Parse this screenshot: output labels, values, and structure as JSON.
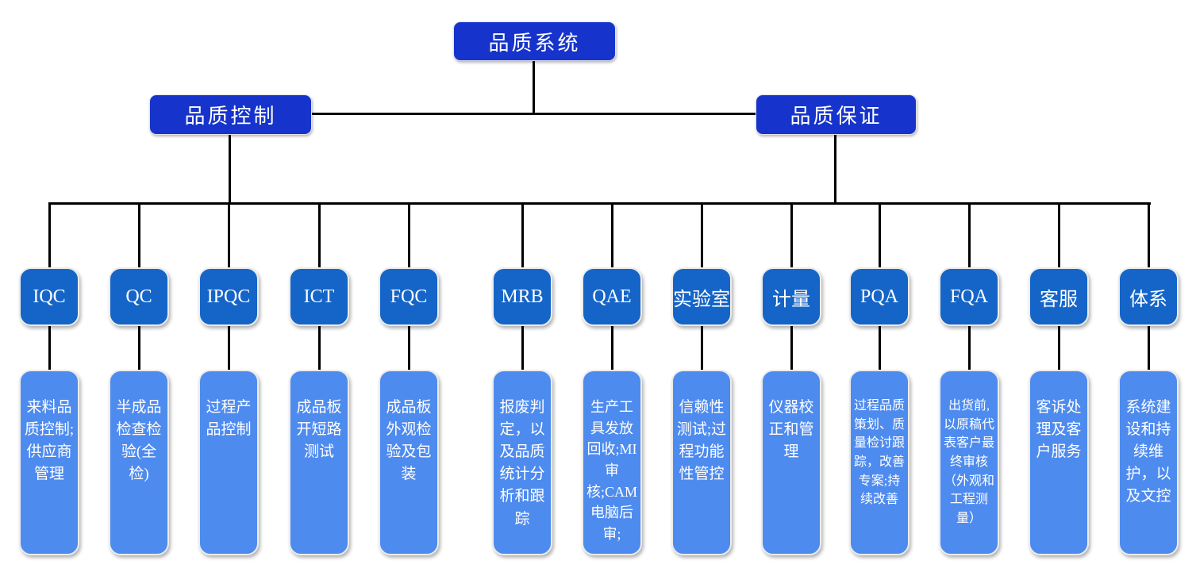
{
  "root": {
    "label": "品质系统"
  },
  "branches": [
    {
      "label": "品质控制"
    },
    {
      "label": "品质保证"
    }
  ],
  "columns": [
    {
      "id": "iqc",
      "label": "IQC",
      "detail": "来料品质控制;供应商管理"
    },
    {
      "id": "qc",
      "label": "QC",
      "detail": "半成品检查检验(全检)"
    },
    {
      "id": "ipqc",
      "label": "IPQC",
      "detail": "过程产品控制"
    },
    {
      "id": "ict",
      "label": "ICT",
      "detail": "成品板开短路测试"
    },
    {
      "id": "fqc",
      "label": "FQC",
      "detail": "成品板外观检验及包装"
    },
    {
      "id": "mrb",
      "label": "MRB",
      "detail": "报废判定，以及品质统计分析和跟踪"
    },
    {
      "id": "qae",
      "label": "QAE",
      "detail": "生产工具发放回收;MI审核;CAM电脑后审;"
    },
    {
      "id": "lab",
      "label": "实验室",
      "detail": "信赖性测试;过程功能性管控"
    },
    {
      "id": "metrology",
      "label": "计量",
      "detail": "仪器校正和管理"
    },
    {
      "id": "pqa",
      "label": "PQA",
      "detail": "过程品质策划、质量检讨跟踪，改善专案;持续改善"
    },
    {
      "id": "fqa",
      "label": "FQA",
      "detail": "出货前,以原稿代表客户最终审核（外观和工程测量）"
    },
    {
      "id": "customer-service",
      "label": "客服",
      "detail": "客诉处理及客户服务"
    },
    {
      "id": "system",
      "label": "体系",
      "detail": "系统建设和持续维护，以及文控"
    }
  ],
  "colors": {
    "level1_fill": "#1634cc",
    "level2_fill": "#1634cc",
    "level3_fill": "#1565c8",
    "level4_fill": "#4e8bef",
    "text": "#ffffff",
    "connector": "#000000",
    "background": "#ffffff"
  }
}
